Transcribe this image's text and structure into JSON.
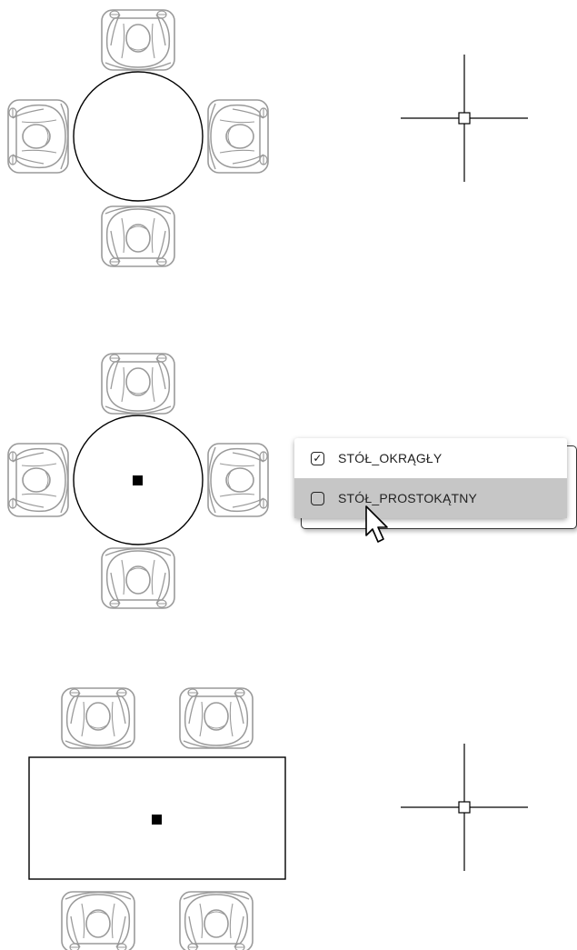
{
  "context_menu": {
    "items": [
      {
        "label": "STÓŁ_OKRĄGŁY",
        "checked": true,
        "check_glyph": "✓",
        "highlighted": false
      },
      {
        "label": "STÓŁ_PROSTOKĄTNY",
        "checked": false,
        "check_glyph": "",
        "highlighted": true
      }
    ]
  },
  "drawing": {
    "line_color": "#000000",
    "chair_color": "#9a9a9a",
    "tables": [
      {
        "shape": "circle",
        "seats": 4,
        "grip_shown": false
      },
      {
        "shape": "circle",
        "seats": 4,
        "grip_shown": true
      },
      {
        "shape": "rectangle",
        "seats": 4,
        "grip_shown": true
      }
    ],
    "crosshairs": 2,
    "icons": [
      "crosshair-icon",
      "checkbox-checked-icon",
      "checkbox-unchecked-icon",
      "mouse-cursor-icon"
    ]
  }
}
